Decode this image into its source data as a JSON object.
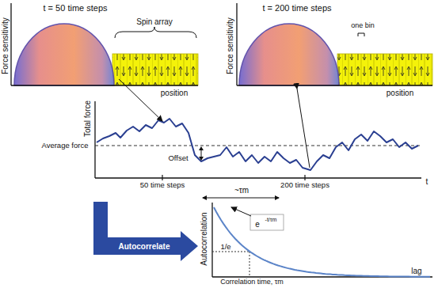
{
  "diagram": {
    "labels": [
      "t = 50 time steps",
      "Force sensitivity",
      "position",
      "Spin array",
      "t = 200 time steps",
      "Force sensitivity",
      "position",
      "one bin",
      "Total force",
      "Average force",
      "Offset",
      "50 time steps",
      "200 time steps",
      "t",
      "~τm",
      "Autocorrelate",
      "Autocorrelation",
      "e",
      "-t/τm",
      "1/e",
      "Correlation time, τm",
      "lag"
    ]
  }
}
